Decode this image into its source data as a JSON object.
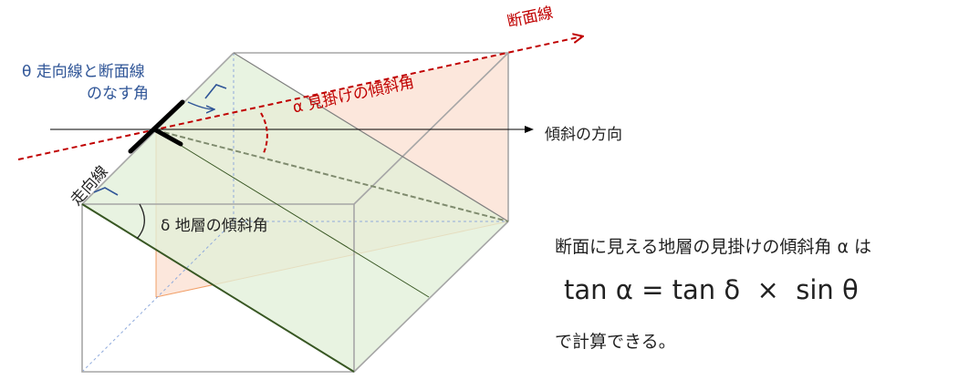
{
  "labels": {
    "section_line": "断面線",
    "strike_line": "走向線",
    "theta_line1": "θ 走向線と断面線",
    "theta_line2": "のなす角",
    "alpha": "α 見掛けの傾斜角",
    "delta": "δ 地層の傾斜角",
    "dip_direction": "傾斜の方向"
  },
  "explanation": {
    "line1": "断面に見える地層の見掛けの傾斜角 α は",
    "formula": "tan α = tan δ  ×  sin θ",
    "line3": "で計算できる。"
  },
  "colors": {
    "green_plane": "#e2f0d9",
    "orange_plane": "#fbe3d6",
    "red_dashed": "#c00000",
    "box_edge": "#a6a6a6",
    "blue_dashed": "#8faadc",
    "strike_bar": "#000000",
    "angle_blue": "#2f5597"
  }
}
